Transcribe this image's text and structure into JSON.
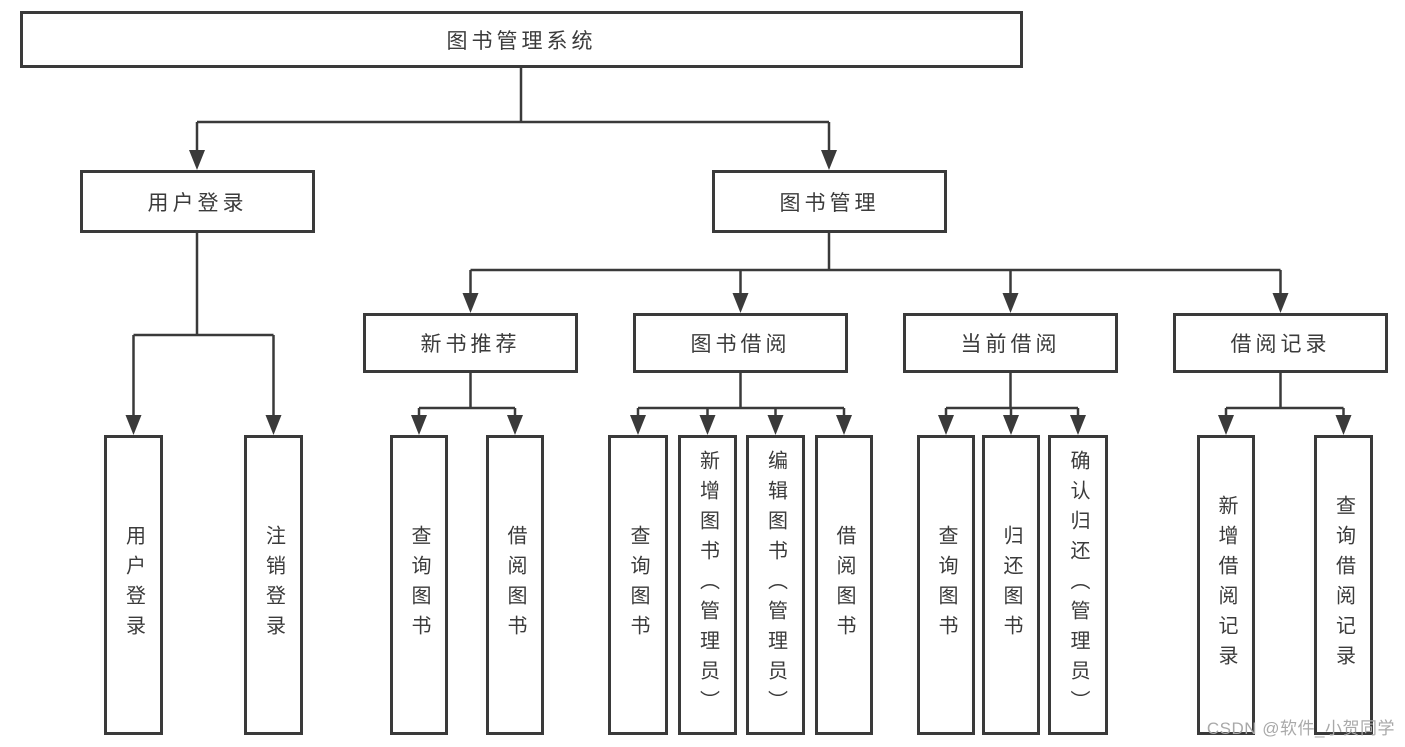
{
  "diagram": {
    "type": "tree",
    "title": "图书管理系统",
    "colors": {
      "line": "#3a3a3a",
      "box_border": "#3a3a3a",
      "text": "#3b3b3b",
      "background": "#ffffff",
      "watermark": "#a9a9a9"
    },
    "tree": {
      "label": "图书管理系统",
      "children": [
        {
          "label": "用户登录",
          "children": [
            {
              "label": "用户登录"
            },
            {
              "label": "注销登录"
            }
          ]
        },
        {
          "label": "图书管理",
          "children": [
            {
              "label": "新书推荐",
              "children": [
                {
                  "label": "查询图书"
                },
                {
                  "label": "借阅图书"
                }
              ]
            },
            {
              "label": "图书借阅",
              "children": [
                {
                  "label": "查询图书"
                },
                {
                  "label": "新增图书（管理员）"
                },
                {
                  "label": "编辑图书（管理员）"
                },
                {
                  "label": "借阅图书"
                }
              ]
            },
            {
              "label": "当前借阅",
              "children": [
                {
                  "label": "查询图书"
                },
                {
                  "label": "归还图书"
                },
                {
                  "label": "确认归还（管理员）"
                }
              ]
            },
            {
              "label": "借阅记录",
              "children": [
                {
                  "label": "新增借阅记录"
                },
                {
                  "label": "查询借阅记录"
                }
              ]
            }
          ]
        }
      ]
    }
  },
  "watermark": {
    "text": "CSDN @软件_小贺同学"
  }
}
